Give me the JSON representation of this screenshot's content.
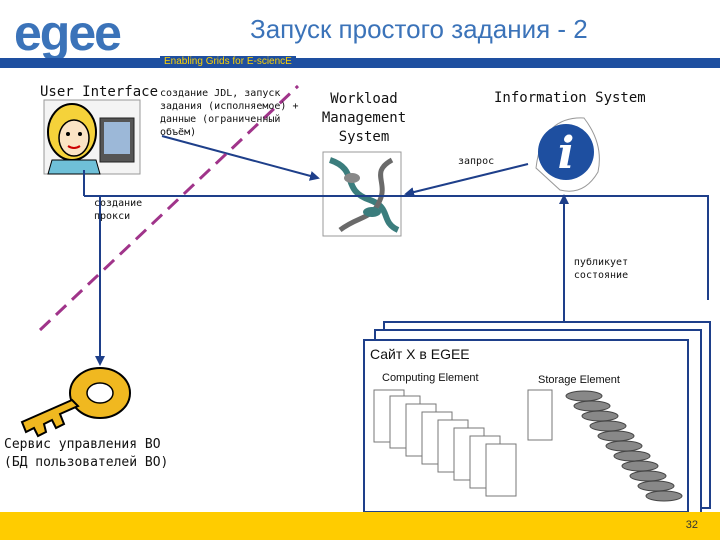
{
  "header": {
    "title": "Запуск простого задания - 2",
    "logo_text": "egee",
    "tagline": "Enabling Grids for E-sciencE"
  },
  "nodes": {
    "user_interface": "User Interface",
    "workload_management": [
      "Workload",
      "Management",
      "System"
    ],
    "information_system": "Information System",
    "vo_service": [
      "Сервис управления ВО",
      "(БД пользователей ВО)"
    ],
    "site": "Сайт X в EGEE",
    "computing_element": "Computing Element",
    "storage_element": "Storage Element"
  },
  "annotations": {
    "submit": [
      "создание JDL, запуск",
      "задания (исполняемое) +",
      "данные (ограниченный",
      "объём)"
    ],
    "query": "запрос",
    "proxy": [
      "создание",
      "прокси"
    ],
    "publish": [
      "публикует",
      "состояние"
    ]
  },
  "info_icon_letter": "i",
  "colors": {
    "title": "#3b73b9",
    "bar": "#1e4fa0",
    "tagline": "#ffd200",
    "footer": "#ffcc00",
    "arrow": "#1e3f8a",
    "dashed": "#a0348a"
  },
  "footer": {
    "page_number": "32"
  }
}
